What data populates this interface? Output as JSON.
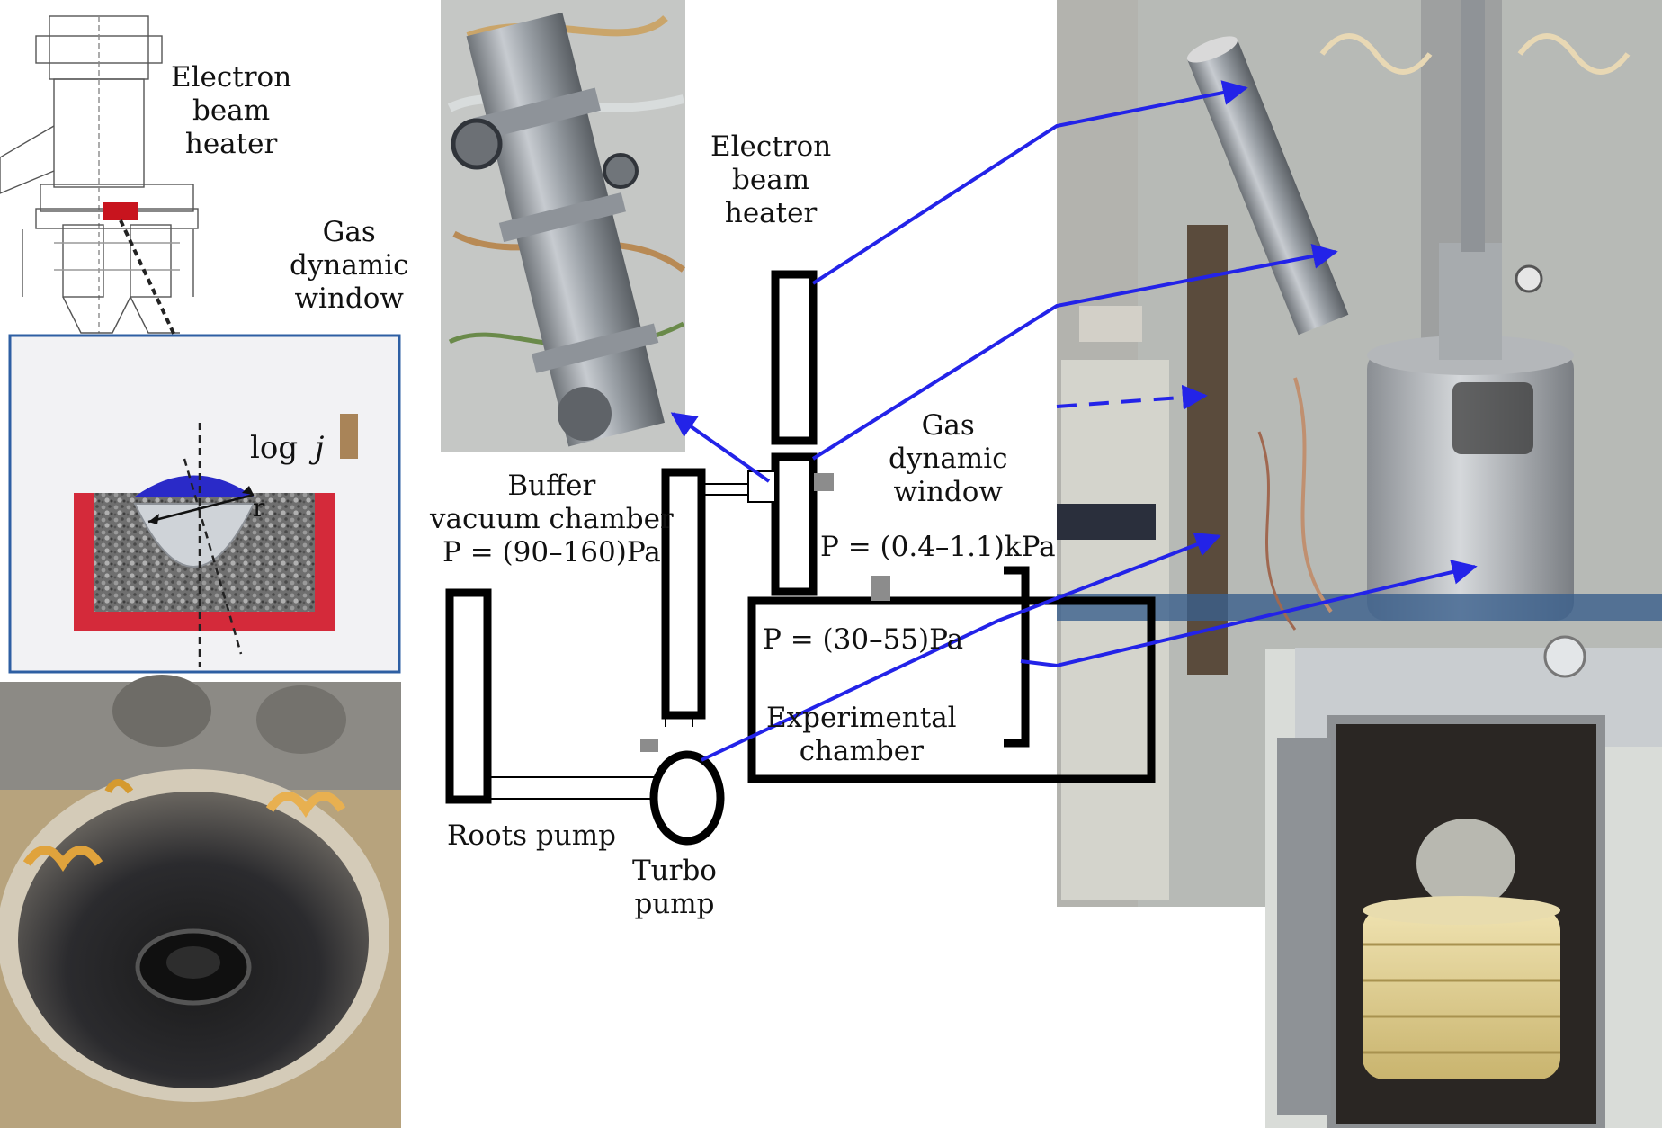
{
  "labels": {
    "eb_heater_left": [
      "Electron",
      "beam",
      "heater"
    ],
    "gas_window_left": [
      "Gas",
      "dynamic",
      "window"
    ],
    "eb_heater_center": [
      "Electron",
      "beam",
      "heater"
    ],
    "gas_window_right": [
      "Gas",
      "dynamic",
      "window"
    ],
    "buffer_chamber": [
      "Buffer",
      "vacuum chamber",
      "P = (90–160)Pa"
    ],
    "pressure_window": "P = (0.4–1.1)kPa",
    "pressure_exp": "P = (30–55)Pa",
    "exp_chamber": [
      "Experimental",
      "chamber"
    ],
    "roots_pump": "Roots pump",
    "turbo_pump": [
      "Turbo",
      "pump"
    ],
    "log_j": "log",
    "log_j_var": "j",
    "radius": "r"
  },
  "colors": {
    "arrow": "#2323e8",
    "crucible": "#d42a3a",
    "melt_pool": "#2a2ac8",
    "inset_border": "#2e5fa3",
    "inset_bg": "#f2f2f4",
    "heater_spot": "#c8141e",
    "line": "#000000"
  },
  "icons": {
    "photo_heater_column": "steel-vacuum-column-photo",
    "photo_facility": "vacuum-facility-photo",
    "photo_crucible": "crucible-residue-photo",
    "photo_chamber_open": "open-chamber-photo"
  }
}
